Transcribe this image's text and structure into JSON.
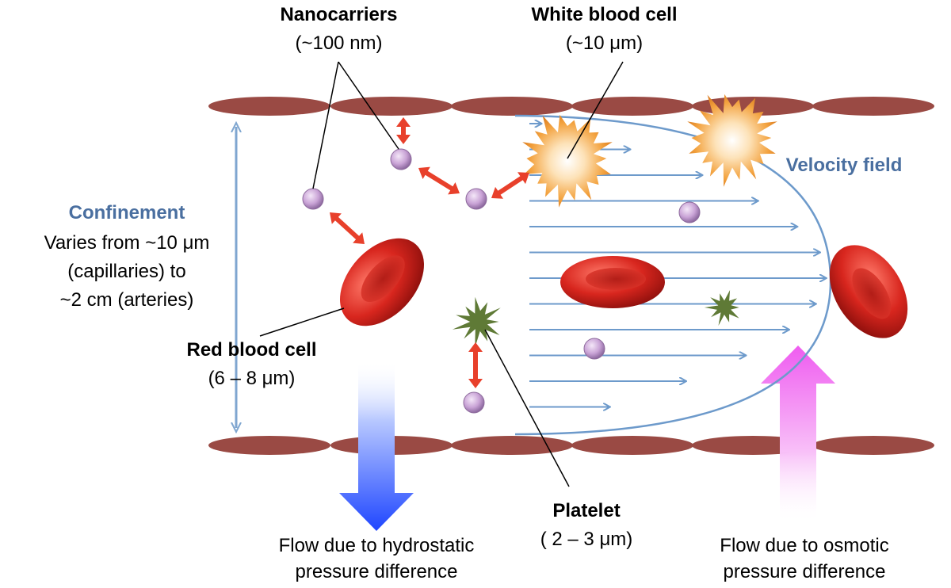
{
  "labels": {
    "nanocarriers_title": "Nanocarriers",
    "nanocarriers_size": "(~100 nm)",
    "wbc_title": "White blood cell",
    "wbc_size": "(~10 μm)",
    "velocity_field": "Velocity field",
    "confinement_title": "Confinement",
    "confinement_line1": "Varies from ~10 μm",
    "confinement_line2": "(capillaries) to",
    "confinement_line3": "~2 cm (arteries)",
    "rbc_title": "Red blood cell",
    "rbc_size": "(6 – 8 μm)",
    "platelet_title": "Platelet",
    "platelet_size": "( 2 – 3 μm)",
    "hydrostatic_line1": "Flow due to hydrostatic",
    "hydrostatic_line2": "pressure difference",
    "osmotic_line1": "Flow due to osmotic",
    "osmotic_line2": "pressure difference"
  },
  "colors": {
    "vessel_wall": "#9a4a44",
    "velocity_arrows": "#6d9acb",
    "label_blue": "#4a6fa0",
    "red_cell": "#d0261f",
    "nanocarrier": "#c39ad0",
    "interaction_arrow": "#e8402b",
    "platelet": "#5f7a36",
    "wbc": "#f1a94a",
    "hydrostatic_arrow": "#1f4fff",
    "osmotic_arrow": "#f06ff0"
  }
}
